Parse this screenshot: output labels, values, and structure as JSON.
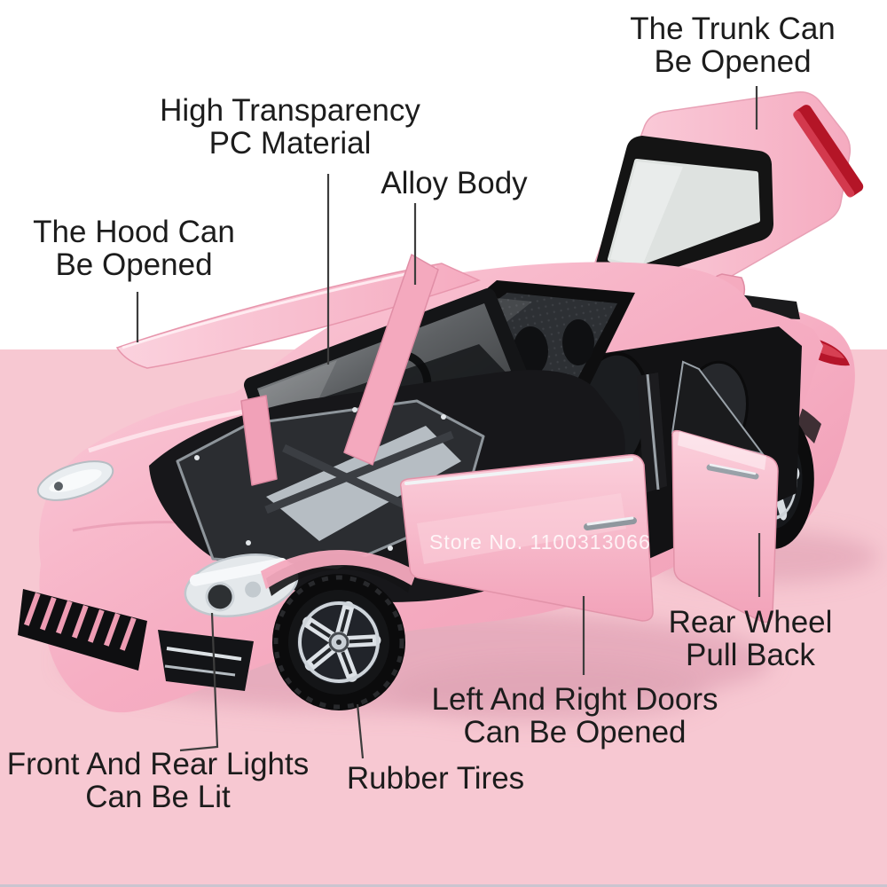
{
  "scene": {
    "subject": "pink diecast model toy car shown with hood, trunk and both right-side doors open"
  },
  "colors": {
    "background_top": "#ffffff",
    "background_bottom": "#f7c8d2",
    "bottom_strip": "#cbc5d0",
    "car_pink": "#f6aec2",
    "annotation_text": "#1c1c1c",
    "leader_line": "#3d3d3d",
    "watermark_text": "#ffffff",
    "taillight_red": "#b5152a",
    "trunk_window_gray": "#dee2e0"
  },
  "annotations": [
    {
      "id": "trunk",
      "line1": "The Trunk Can",
      "line2": "Be Opened"
    },
    {
      "id": "pc_material",
      "line1": "High Transparency",
      "line2": "PC Material"
    },
    {
      "id": "alloy_body",
      "line1": "Alloy Body",
      "line2": ""
    },
    {
      "id": "hood",
      "line1": "The Hood Can",
      "line2": "Be Opened"
    },
    {
      "id": "rear_wheel",
      "line1": "Rear Wheel",
      "line2": "Pull Back"
    },
    {
      "id": "doors",
      "line1": "Left And Right Doors",
      "line2": "Can Be Opened"
    },
    {
      "id": "rubber_tires",
      "line1": "Rubber Tires",
      "line2": ""
    },
    {
      "id": "front_lights",
      "line1": "Front And Rear Lights",
      "line2": "Can Be Lit"
    }
  ],
  "watermark": {
    "text": "Store No. 1100313066"
  }
}
